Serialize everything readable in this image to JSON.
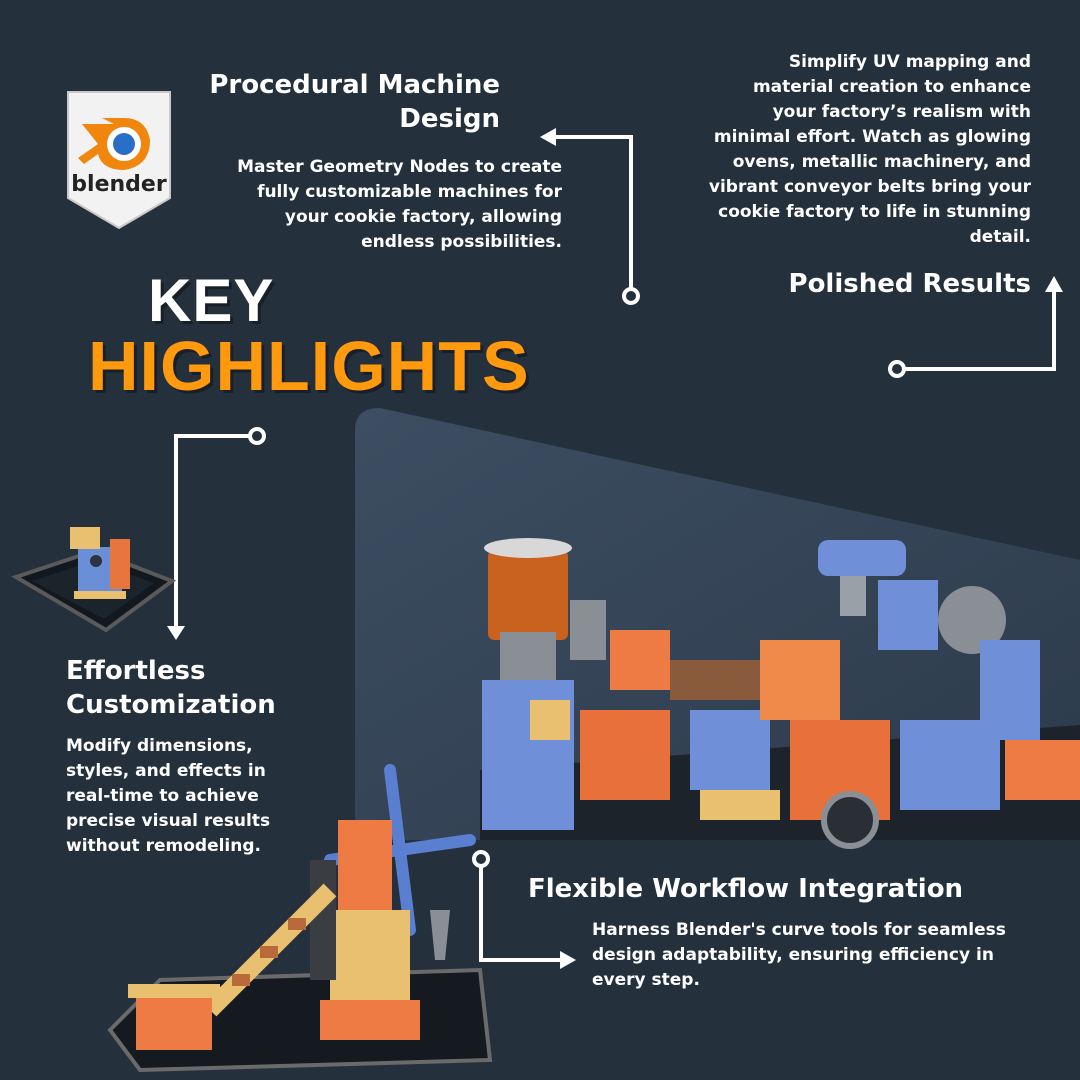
{
  "logo": {
    "text": "blender"
  },
  "title": {
    "line1": "KEY",
    "line2": "HIGHLIGHTS"
  },
  "sections": {
    "procedural": {
      "heading_line1": "Procedural Machine",
      "heading_line2": "Design",
      "body": [
        "Master Geometry Nodes to create",
        "fully customizable machines for",
        "your cookie factory, allowing",
        "endless possibilities."
      ]
    },
    "polished": {
      "heading": "Polished Results",
      "body": [
        "Simplify UV mapping and",
        "material creation to enhance",
        "your factory’s realism with",
        "minimal effort. Watch as glowing",
        "ovens, metallic machinery, and",
        "vibrant conveyor belts bring your",
        "cookie factory to life in stunning",
        "detail."
      ]
    },
    "customization": {
      "heading_line1": "Effortless",
      "heading_line2": "Customization",
      "body": [
        "Modify dimensions,",
        "styles, and effects in",
        "real-time to achieve",
        "precise visual results",
        "without remodeling."
      ]
    },
    "workflow": {
      "heading": "Flexible Workflow Integration",
      "body": [
        "Harness Blender's curve tools for seamless",
        "design adaptability, ensuring efficiency in",
        "every step."
      ]
    }
  },
  "colors": {
    "background": "#25303d",
    "accent": "#ff9a0e",
    "text": "#ffffff"
  }
}
